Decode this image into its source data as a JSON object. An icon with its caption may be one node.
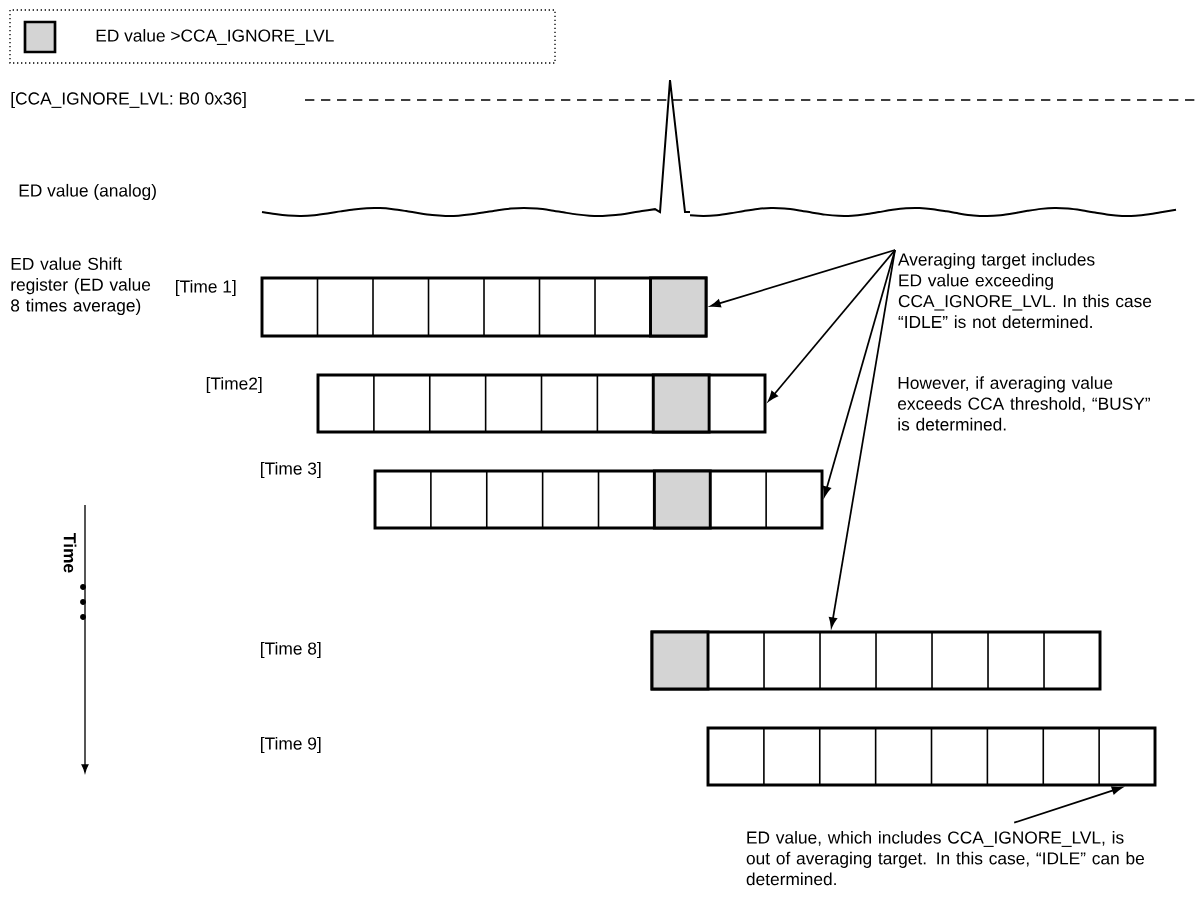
{
  "diagram": {
    "nodes": [
      {
        "text": [],
        "shape": "box",
        "beside": [
          "[Time 1]"
        ]
      },
      {
        "text": [
          "Averaging target includes ED value exceeding CCA_IGNORE_LVL. In this case “IDLE” is not determined."
        ]
      },
      {
        "text": [],
        "shape": "box",
        "beside": [
          "[Time2]"
        ]
      },
      {
        "text": [],
        "shape": "box"
      },
      {
        "text": [],
        "shape": "box"
      },
      {
        "text": [],
        "shape": "box"
      },
      {
        "text": [
          "ED value, which includes CCA_IGNORE_LVL, is out of averaging target. In this case, “IDLE” can be determined."
        ]
      }
    ],
    "edges": [
      {
        "from": 1,
        "to": 0,
        "arrow": "to"
      },
      {
        "from": 1,
        "to": 2,
        "arrow": "to"
      },
      {
        "from": 1,
        "to": 3,
        "arrow": "to"
      },
      {
        "from": 1,
        "to": 4,
        "arrow": "to"
      },
      {
        "from": 6,
        "to": 5,
        "arrow": "to"
      }
    ],
    "labels": [
      "[CCA_IGNORE_LVL: B0 0x36]",
      "ED value (analog)",
      "ED value Shift register (ED value 8 times average)",
      "However, if averaging value exceeds CCA threshold, “BUSY” is determined.",
      "Time",
      "[Time 3]",
      "[Time 8]",
      "[Time 9]"
    ],
    "legend": [
      {
        "text": "ED value >CCA_IGNORE_LVL",
        "color": "#d4d4d4"
      }
    ]
  }
}
